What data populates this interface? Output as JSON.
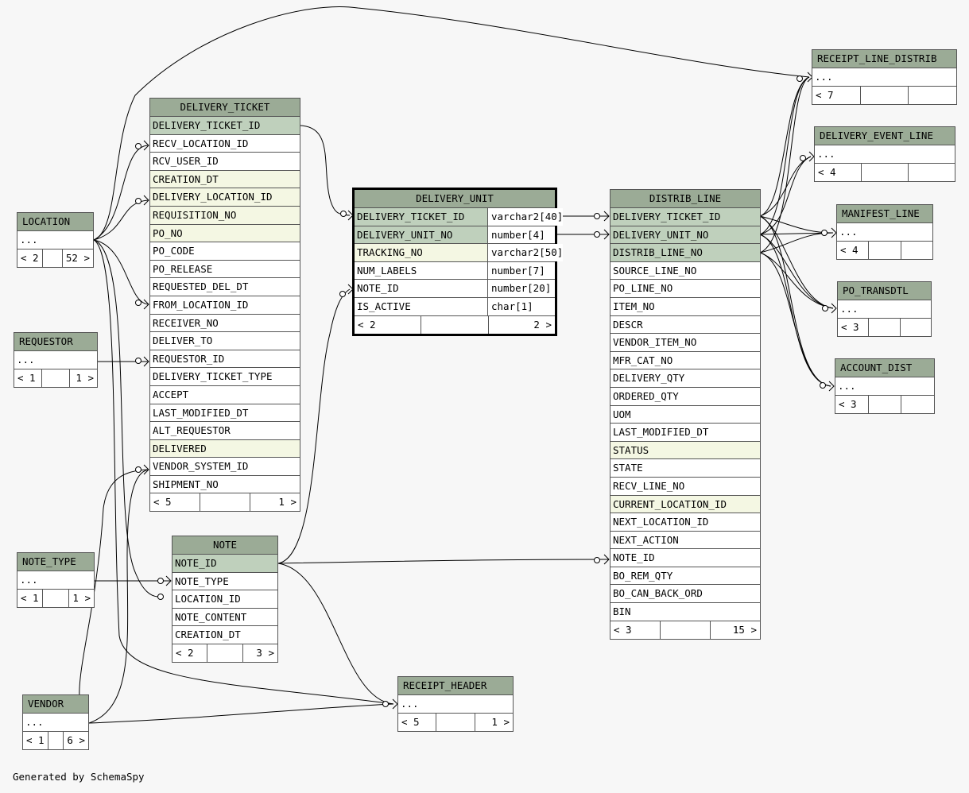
{
  "footer_text": "Generated by SchemaSpy",
  "colors": {
    "header": "#9bab96",
    "primary_key": "#bfd0bc",
    "indexed": "#f4f7e3",
    "background": "#f7f7f7"
  },
  "tables": {
    "delivery_ticket": {
      "name": "DELIVERY_TICKET",
      "columns": [
        {
          "name": "DELIVERY_TICKET_ID",
          "kind": "pk"
        },
        {
          "name": "RECV_LOCATION_ID",
          "kind": ""
        },
        {
          "name": "RCV_USER_ID",
          "kind": ""
        },
        {
          "name": "CREATION_DT",
          "kind": "idx"
        },
        {
          "name": "DELIVERY_LOCATION_ID",
          "kind": "idx"
        },
        {
          "name": "REQUISITION_NO",
          "kind": "idx"
        },
        {
          "name": "PO_NO",
          "kind": "idx"
        },
        {
          "name": "PO_CODE",
          "kind": ""
        },
        {
          "name": "PO_RELEASE",
          "kind": ""
        },
        {
          "name": "REQUESTED_DEL_DT",
          "kind": ""
        },
        {
          "name": "FROM_LOCATION_ID",
          "kind": ""
        },
        {
          "name": "RECEIVER_NO",
          "kind": ""
        },
        {
          "name": "DELIVER_TO",
          "kind": ""
        },
        {
          "name": "REQUESTOR_ID",
          "kind": ""
        },
        {
          "name": "DELIVERY_TICKET_TYPE",
          "kind": ""
        },
        {
          "name": "ACCEPT",
          "kind": ""
        },
        {
          "name": "LAST_MODIFIED_DT",
          "kind": ""
        },
        {
          "name": "ALT_REQUESTOR",
          "kind": ""
        },
        {
          "name": "DELIVERED",
          "kind": "idx"
        },
        {
          "name": "VENDOR_SYSTEM_ID",
          "kind": ""
        },
        {
          "name": "SHIPMENT_NO",
          "kind": ""
        }
      ],
      "footer": [
        "< 5",
        "",
        "1 >"
      ]
    },
    "delivery_unit": {
      "name": "DELIVERY_UNIT",
      "columns": [
        {
          "name": "DELIVERY_TICKET_ID",
          "type": "varchar2[40]",
          "kind": "pk"
        },
        {
          "name": "DELIVERY_UNIT_NO",
          "type": "number[4]",
          "kind": "pk"
        },
        {
          "name": "TRACKING_NO",
          "type": "varchar2[50]",
          "kind": "idx"
        },
        {
          "name": "NUM_LABELS",
          "type": "number[7]",
          "kind": ""
        },
        {
          "name": "NOTE_ID",
          "type": "number[20]",
          "kind": ""
        },
        {
          "name": "IS_ACTIVE",
          "type": "char[1]",
          "kind": ""
        }
      ],
      "footer": [
        "< 2",
        "",
        "2 >"
      ]
    },
    "distrib_line": {
      "name": "DISTRIB_LINE",
      "columns": [
        {
          "name": "DELIVERY_TICKET_ID",
          "kind": "pk"
        },
        {
          "name": "DELIVERY_UNIT_NO",
          "kind": "pk"
        },
        {
          "name": "DISTRIB_LINE_NO",
          "kind": "pk"
        },
        {
          "name": "SOURCE_LINE_NO",
          "kind": ""
        },
        {
          "name": "PO_LINE_NO",
          "kind": ""
        },
        {
          "name": "ITEM_NO",
          "kind": ""
        },
        {
          "name": "DESCR",
          "kind": ""
        },
        {
          "name": "VENDOR_ITEM_NO",
          "kind": ""
        },
        {
          "name": "MFR_CAT_NO",
          "kind": ""
        },
        {
          "name": "DELIVERY_QTY",
          "kind": ""
        },
        {
          "name": "ORDERED_QTY",
          "kind": ""
        },
        {
          "name": "UOM",
          "kind": ""
        },
        {
          "name": "LAST_MODIFIED_DT",
          "kind": ""
        },
        {
          "name": "STATUS",
          "kind": "idx"
        },
        {
          "name": "STATE",
          "kind": ""
        },
        {
          "name": "RECV_LINE_NO",
          "kind": ""
        },
        {
          "name": "CURRENT_LOCATION_ID",
          "kind": "idx"
        },
        {
          "name": "NEXT_LOCATION_ID",
          "kind": ""
        },
        {
          "name": "NEXT_ACTION",
          "kind": ""
        },
        {
          "name": "NOTE_ID",
          "kind": ""
        },
        {
          "name": "BO_REM_QTY",
          "kind": ""
        },
        {
          "name": "BO_CAN_BACK_ORD",
          "kind": ""
        },
        {
          "name": "BIN",
          "kind": ""
        }
      ],
      "footer": [
        "< 3",
        "",
        "15 >"
      ]
    },
    "note": {
      "name": "NOTE",
      "columns": [
        {
          "name": "NOTE_ID",
          "kind": "pk"
        },
        {
          "name": "NOTE_TYPE",
          "kind": ""
        },
        {
          "name": "LOCATION_ID",
          "kind": ""
        },
        {
          "name": "NOTE_CONTENT",
          "kind": ""
        },
        {
          "name": "CREATION_DT",
          "kind": ""
        }
      ],
      "footer": [
        "< 2",
        "",
        "3 >"
      ]
    },
    "location": {
      "name": "LOCATION",
      "row": "...",
      "footer": [
        "< 2",
        "",
        "52 >"
      ]
    },
    "requestor": {
      "name": "REQUESTOR",
      "row": "...",
      "footer": [
        "< 1",
        "",
        "1 >"
      ]
    },
    "note_type": {
      "name": "NOTE_TYPE",
      "row": "...",
      "footer": [
        "< 1",
        "",
        "1 >"
      ]
    },
    "vendor": {
      "name": "VENDOR",
      "row": "...",
      "footer": [
        "< 1",
        "",
        "6 >"
      ]
    },
    "receipt_header": {
      "name": "RECEIPT_HEADER",
      "row": "...",
      "footer": [
        "< 5",
        "",
        "1 >"
      ]
    },
    "receipt_line_distrib": {
      "name": "RECEIPT_LINE_DISTRIB",
      "row": "...",
      "footer": [
        "< 7",
        "",
        ""
      ]
    },
    "delivery_event_line": {
      "name": "DELIVERY_EVENT_LINE",
      "row": "...",
      "footer": [
        "< 4",
        "",
        ""
      ]
    },
    "manifest_line": {
      "name": "MANIFEST_LINE",
      "row": "...",
      "footer": [
        "< 4",
        "",
        ""
      ]
    },
    "po_transdtl": {
      "name": "PO_TRANSDTL",
      "row": "...",
      "footer": [
        "< 3",
        "",
        ""
      ]
    },
    "account_dist": {
      "name": "ACCOUNT_DIST",
      "row": "...",
      "footer": [
        "< 3",
        "",
        ""
      ]
    }
  }
}
